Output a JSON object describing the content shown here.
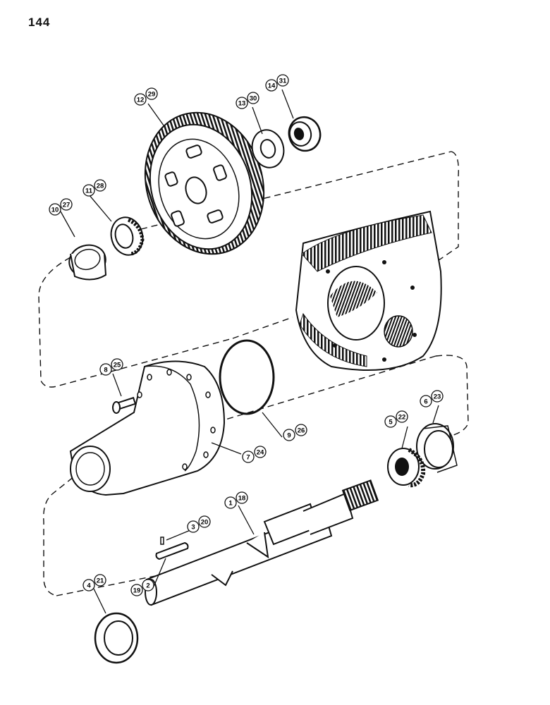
{
  "page": {
    "number": "144"
  },
  "callouts": [
    {
      "id": "c-12-29",
      "refs": [
        "12",
        "29"
      ]
    },
    {
      "id": "c-13-30",
      "refs": [
        "13",
        "30"
      ]
    },
    {
      "id": "c-14-31",
      "refs": [
        "14",
        "31"
      ]
    },
    {
      "id": "c-11-28",
      "refs": [
        "11",
        "28"
      ]
    },
    {
      "id": "c-10-27",
      "refs": [
        "10",
        "27"
      ]
    },
    {
      "id": "c-8-25",
      "refs": [
        "8",
        "25"
      ]
    },
    {
      "id": "c-9-26",
      "refs": [
        "9",
        "26"
      ]
    },
    {
      "id": "c-7-24",
      "refs": [
        "7",
        "24"
      ]
    },
    {
      "id": "c-6-23",
      "refs": [
        "6",
        "23"
      ]
    },
    {
      "id": "c-5-22",
      "refs": [
        "5",
        "22"
      ]
    },
    {
      "id": "c-1-18",
      "refs": [
        "1",
        "18"
      ]
    },
    {
      "id": "c-3-20",
      "refs": [
        "3",
        "20"
      ]
    },
    {
      "id": "c-19-2",
      "refs": [
        "19",
        "2"
      ]
    },
    {
      "id": "c-4-21",
      "refs": [
        "4",
        "21"
      ]
    }
  ],
  "colors": {
    "ink": "#111111",
    "paper": "#ffffff"
  }
}
